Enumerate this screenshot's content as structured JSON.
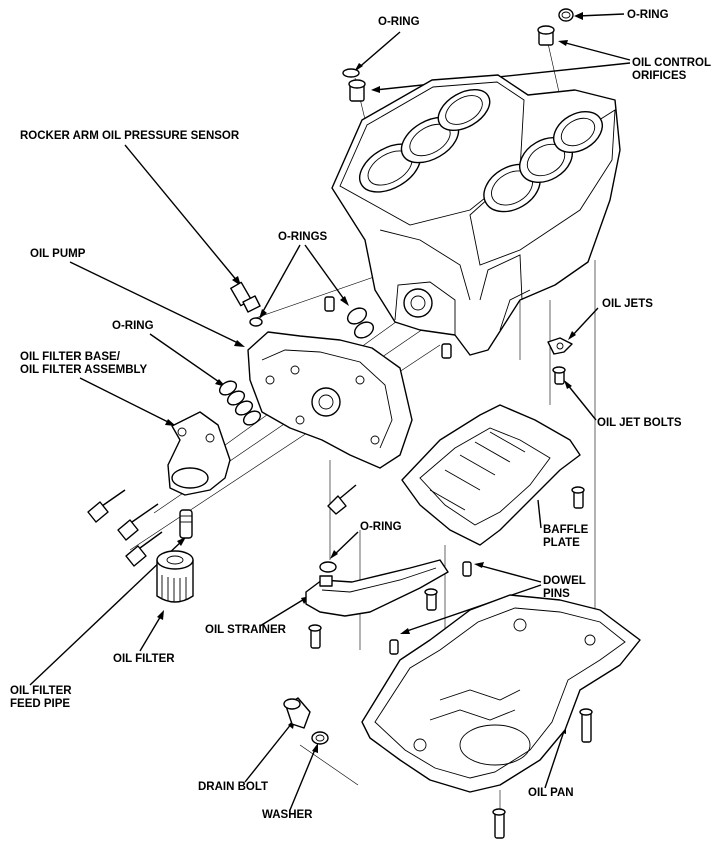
{
  "labels": {
    "oring_top_center": "O-RING",
    "oring_top_right": "O-RING",
    "oil_control_1": "OIL CONTROL",
    "oil_control_2": "ORIFICES",
    "rocker_sensor": "ROCKER ARM OIL PRESSURE SENSOR",
    "orings": "O-RINGS",
    "oil_pump": "OIL PUMP",
    "oring_mid_left": "O-RING",
    "filter_base_1": "OIL FILTER BASE/",
    "filter_base_2": "OIL FILTER ASSEMBLY",
    "oil_jets": "OIL JETS",
    "oil_jet_bolts": "OIL JET BOLTS",
    "oring_strainer": "O-RING",
    "baffle_1": "BAFFLE",
    "baffle_2": "PLATE",
    "dowel_1": "DOWEL",
    "dowel_2": "PINS",
    "oil_strainer": "OIL STRAINER",
    "oil_filter": "OIL FILTER",
    "feed_pipe_1": "OIL FILTER",
    "feed_pipe_2": "FEED PIPE",
    "drain_bolt": "DRAIN BOLT",
    "oil_pan": "OIL PAN",
    "washer": "WASHER"
  }
}
